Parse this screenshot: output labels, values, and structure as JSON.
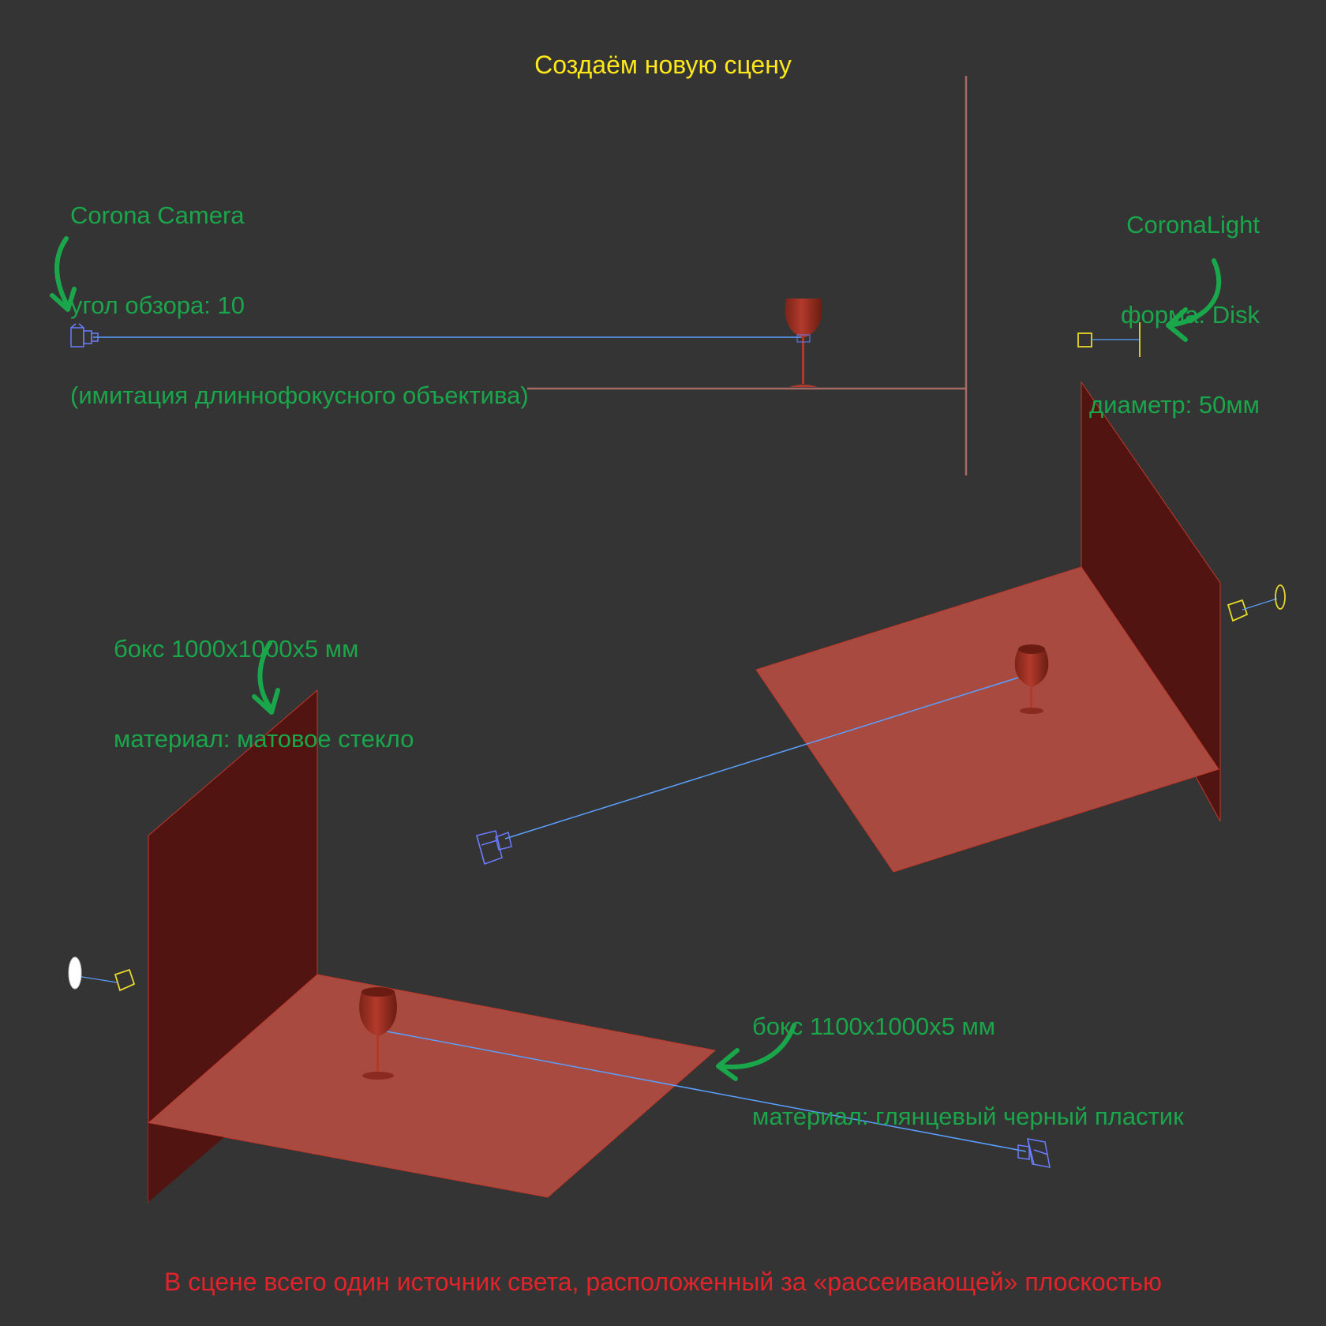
{
  "title": "Создаём новую сцену",
  "labels": {
    "camera": {
      "line1": "Corona Camera",
      "line2": "угол обзора: 10",
      "line3": "(имитация длиннофокусного объектива)"
    },
    "light": {
      "line1": "CoronaLight",
      "line2": "форма: Disk",
      "line3": "диаметр: 50мм"
    },
    "box_glass": {
      "line1": "бокс 1000х1000х5 мм",
      "line2": "материал: матовое стекло"
    },
    "box_plastic": {
      "line1": "бокс 1100х1000х5 мм",
      "line2": "материал: глянцевый черный пластик"
    }
  },
  "footer": "В сцене всего один источник света, расположенный за «рассеивающей» плоскостью",
  "colors": {
    "background": "#343434",
    "title": "#ffe81a",
    "label": "#1aa64a",
    "footer": "#e3232a",
    "panel_floor": "#a84a40",
    "panel_wall": "#521410",
    "camera_wire": "#6a7cff",
    "light_wire": "#e8d82a"
  }
}
